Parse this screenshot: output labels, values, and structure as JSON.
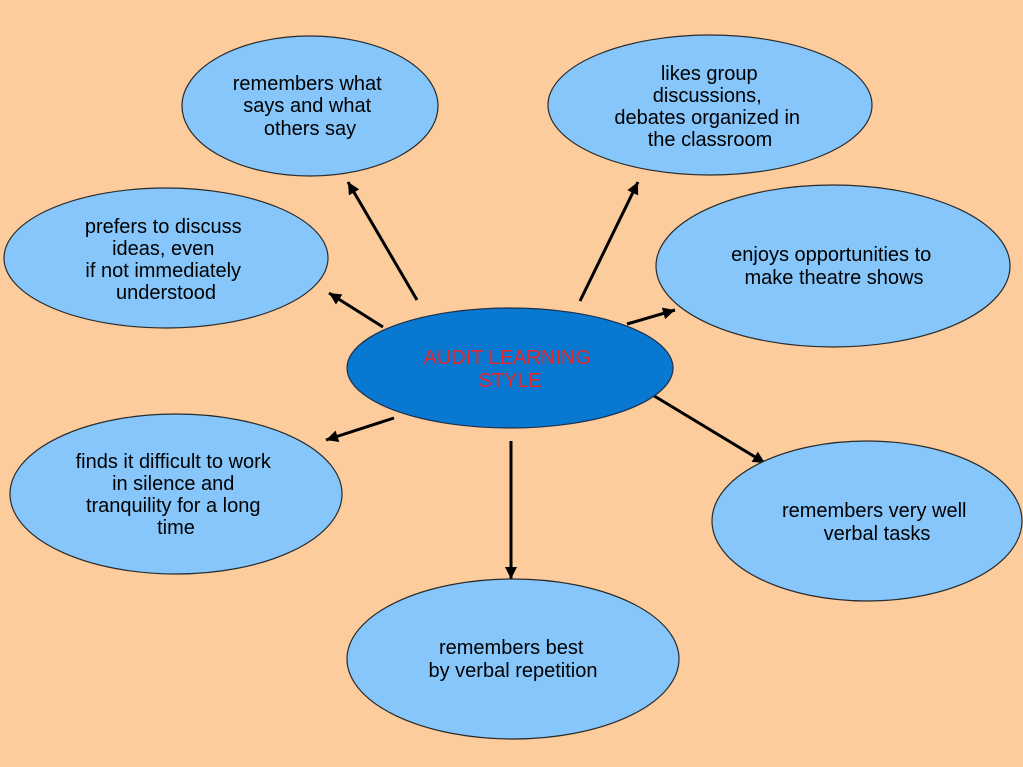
{
  "colors": {
    "background": "#FCCC9C",
    "center_fill": "#0878D0",
    "node_fill": "#86C6FA",
    "title_text": "#E8262A",
    "node_text": "#000000",
    "arrow": "#000000"
  },
  "center": {
    "title_lines": [
      "AUDIT LEARNING",
      "STYLE"
    ]
  },
  "nodes": [
    {
      "lines": [
        "remembers what",
        "says and what",
        "others say"
      ]
    },
    {
      "lines": [
        "likes group",
        "discussions,",
        "debates organized in",
        "the classroom"
      ]
    },
    {
      "lines": [
        "prefers to discuss",
        "ideas, even",
        "if not immediately",
        "understood"
      ]
    },
    {
      "lines": [
        "enjoys opportunities to",
        "make theatre shows"
      ]
    },
    {
      "lines": [
        "finds it difficult to work",
        "in silence and",
        "tranquility for a long",
        "time"
      ]
    },
    {
      "lines": [
        "remembers very well",
        "verbal tasks"
      ]
    },
    {
      "lines": [
        "remembers best",
        "by verbal repetition"
      ]
    }
  ]
}
